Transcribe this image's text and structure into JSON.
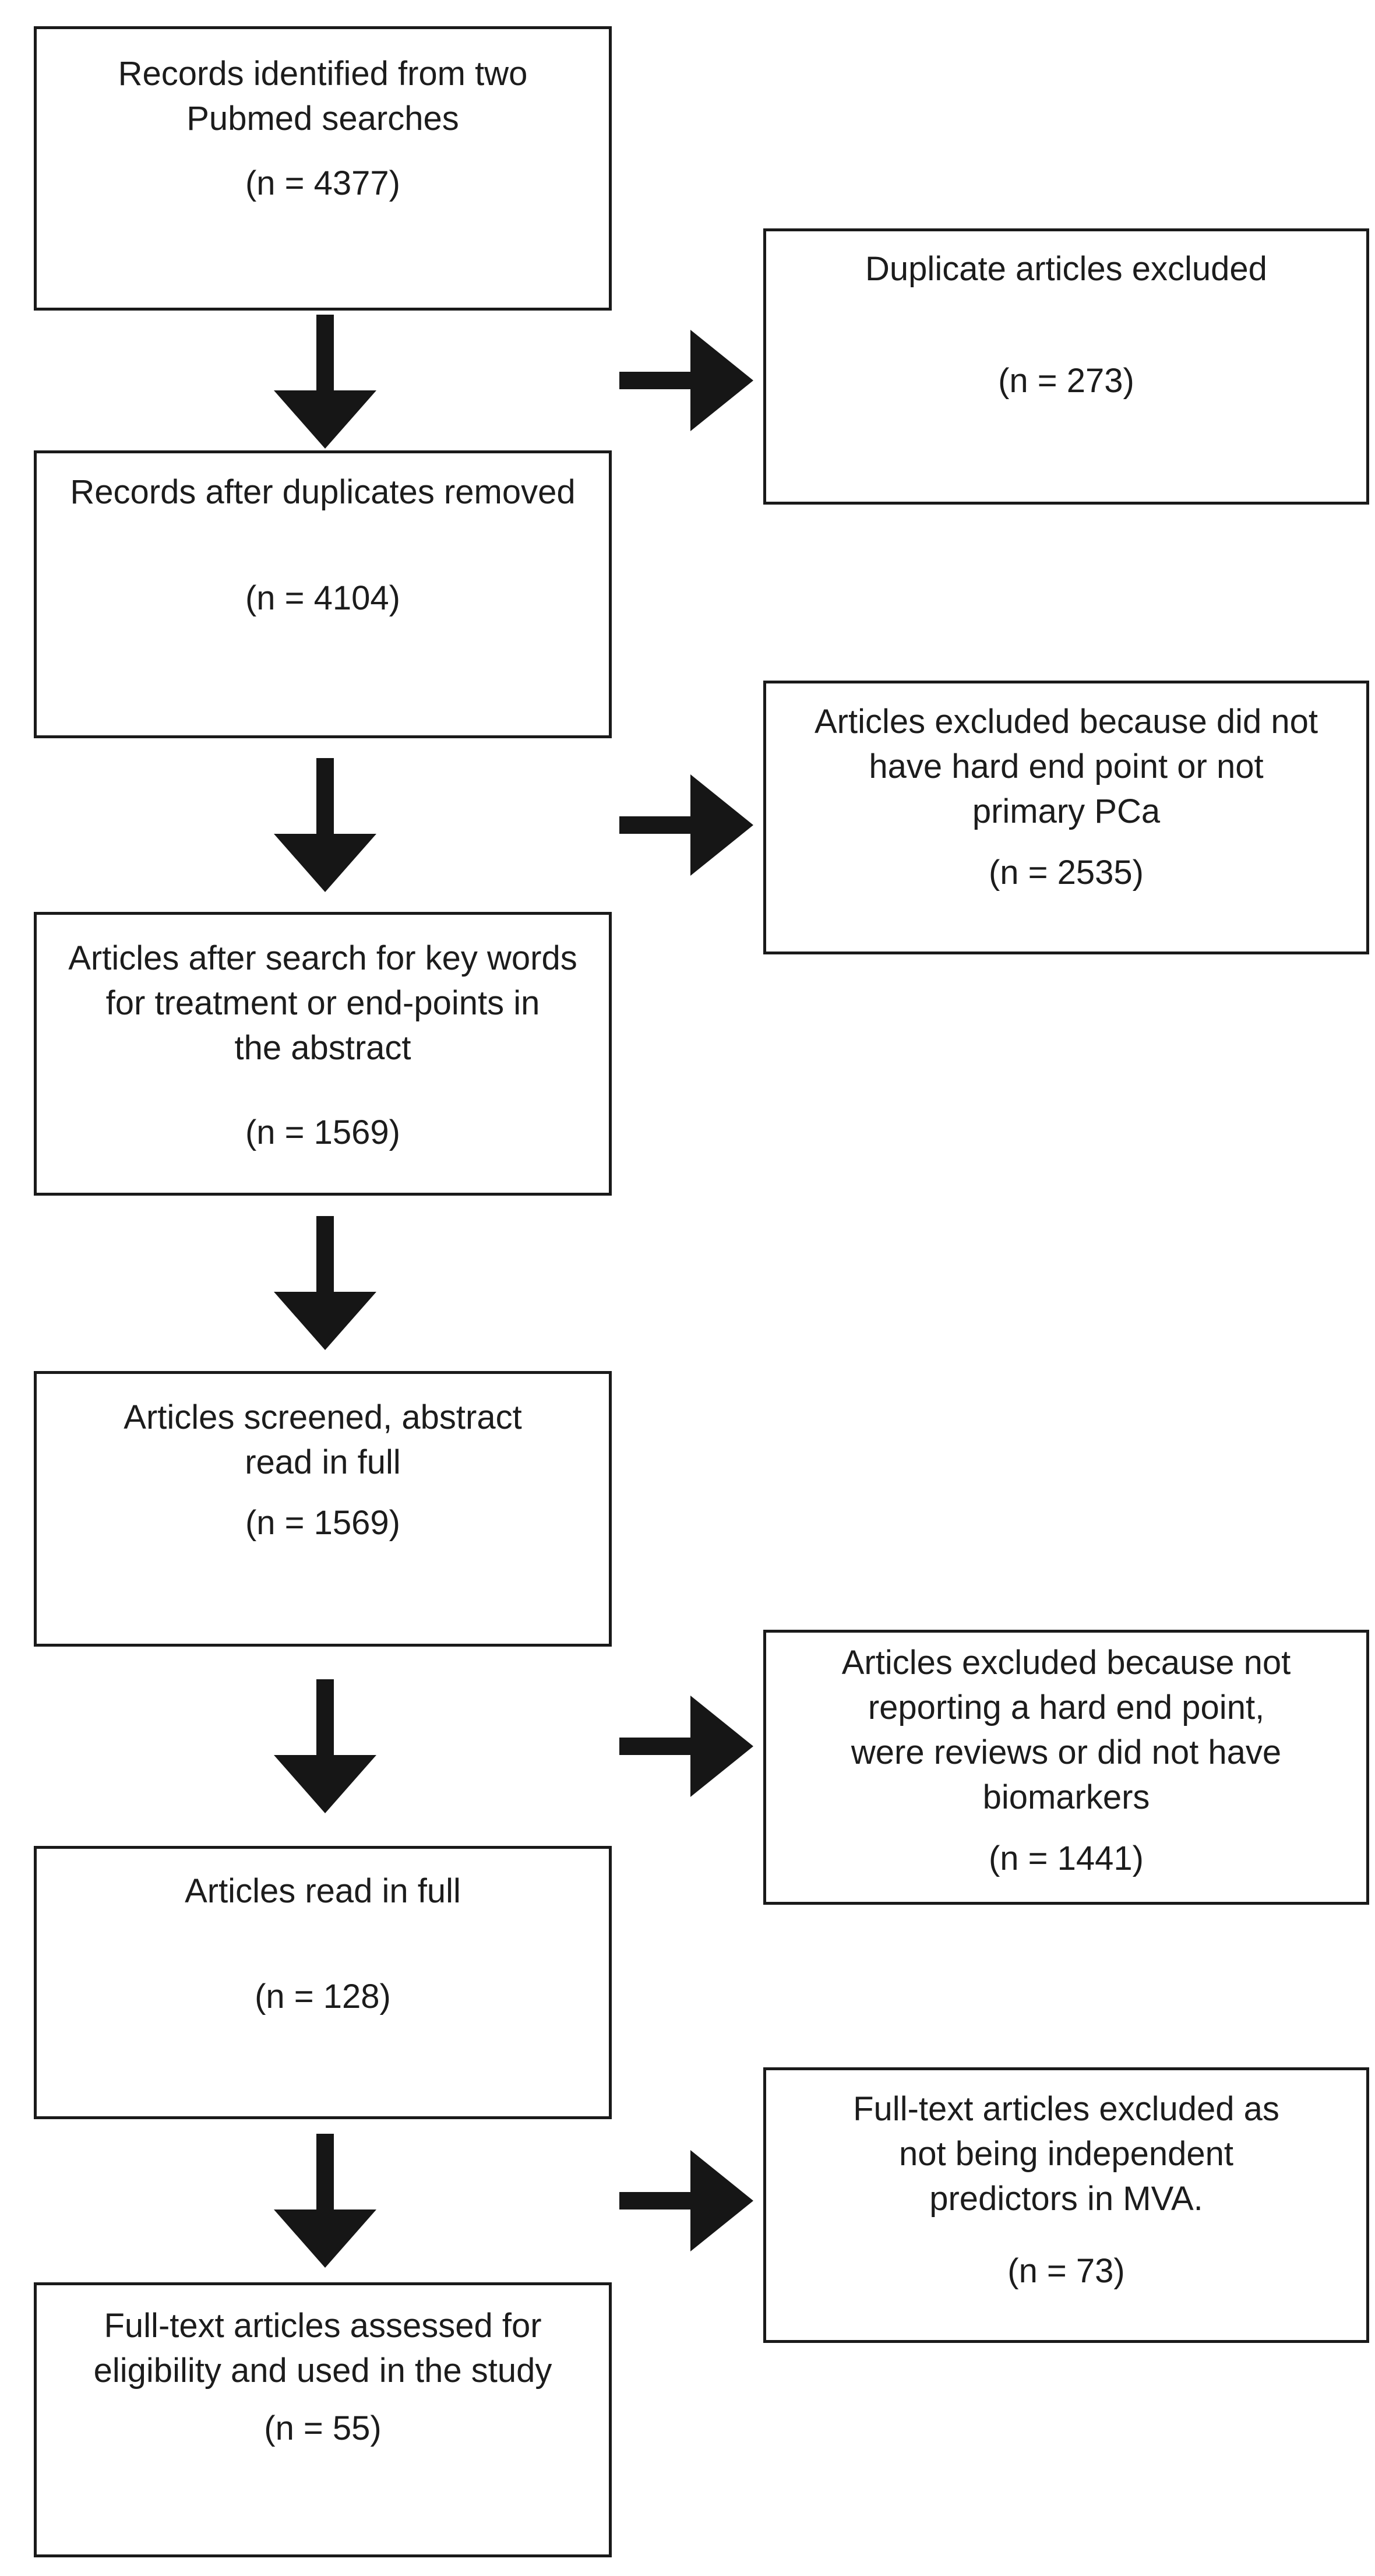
{
  "figure": {
    "type": "flowchart",
    "description": "PRISMA-style article selection flow diagram",
    "colors": {
      "background": "#ffffff",
      "ink": "#1a1a1a",
      "box_fill": "#ffffff"
    },
    "connectors": {
      "down_arrows": 5,
      "right_arrows": 4
    }
  },
  "flowchart": {
    "left_boxes": [
      {
        "id": "records-identified",
        "lines": [
          "Records identified from two",
          "Pubmed searches"
        ],
        "n": "(n = 4377)"
      },
      {
        "id": "records-after-duplicates",
        "lines": [
          "Records after duplicates removed"
        ],
        "n": "(n = 4104)"
      },
      {
        "id": "articles-after-keyword-search",
        "lines": [
          "Articles after search for key words",
          "for treatment or end-points in",
          "the abstract"
        ],
        "n": "(n = 1569)"
      },
      {
        "id": "articles-screened",
        "lines": [
          "Articles screened, abstract",
          "read in full"
        ],
        "n": "(n = 1569)"
      },
      {
        "id": "articles-read-in-full",
        "lines": [
          "Articles read in full"
        ],
        "n": "(n = 128)"
      },
      {
        "id": "articles-assessed-eligibility",
        "lines": [
          "Full-text articles assessed for",
          "eligibility and used in the study"
        ],
        "n": "(n = 55)"
      }
    ],
    "right_boxes": [
      {
        "id": "duplicates-excluded",
        "lines": [
          "Duplicate articles excluded"
        ],
        "n": "(n = 273)"
      },
      {
        "id": "excluded-no-hard-endpoint",
        "lines": [
          "Articles excluded because did not",
          "have hard end point or not",
          "primary PCa"
        ],
        "n": "(n = 2535)"
      },
      {
        "id": "excluded-reviews-no-biomarkers",
        "lines": [
          "Articles excluded because not",
          "reporting a hard end point,",
          "were reviews or did not have",
          "biomarkers"
        ],
        "n": "(n = 1441)"
      },
      {
        "id": "excluded-not-independent-mva",
        "lines": [
          "Full-text articles excluded as",
          "not being independent",
          "predictors in MVA."
        ],
        "n": "(n = 73)"
      }
    ]
  }
}
